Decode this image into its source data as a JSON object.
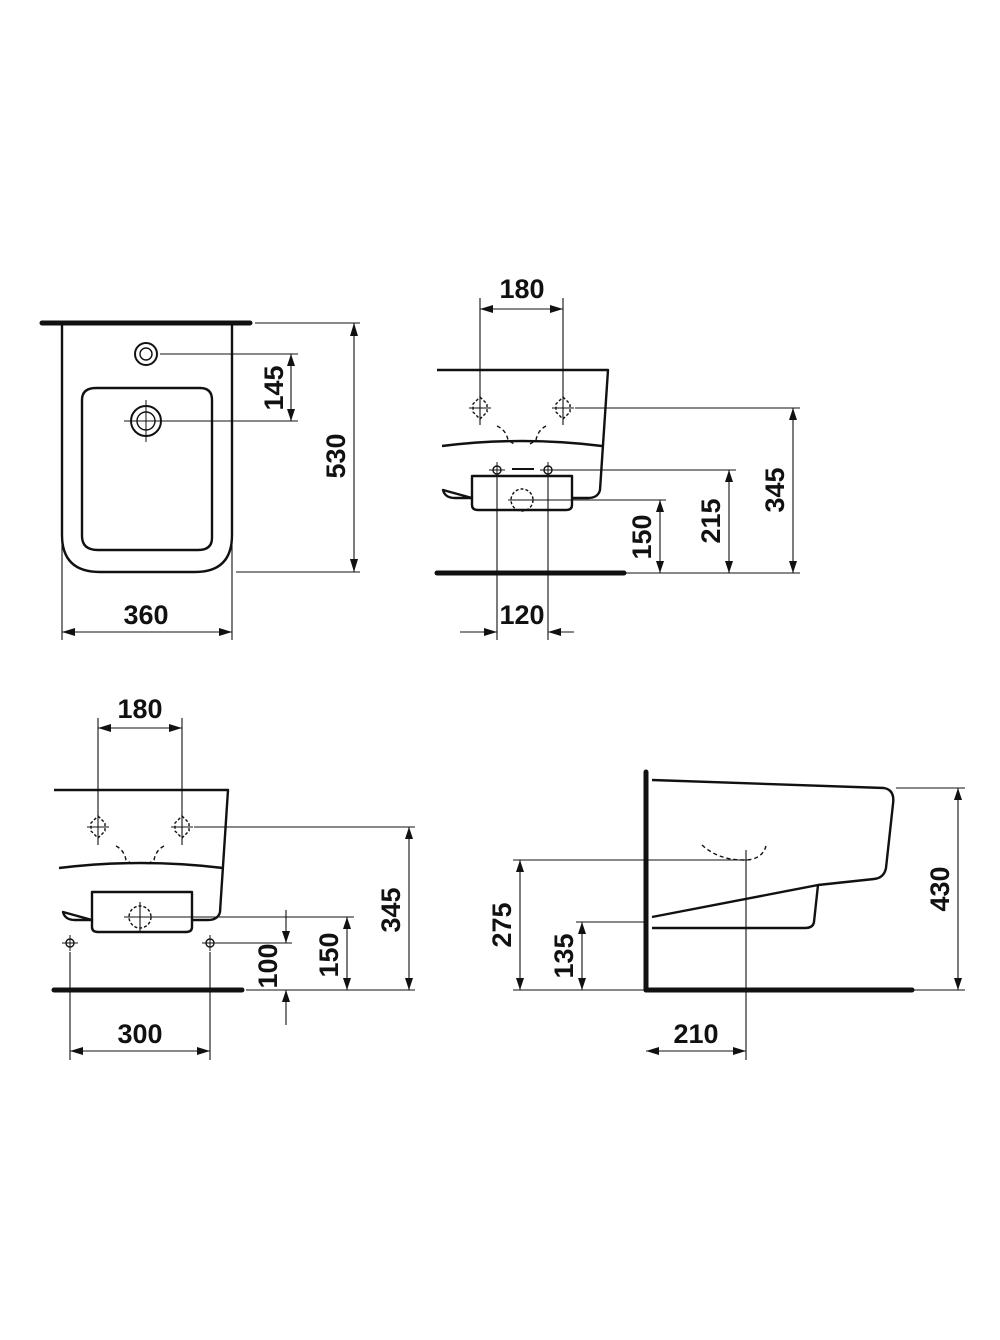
{
  "views": {
    "top_view": {
      "width_label": "360",
      "height_label": "530",
      "tap_to_drain_label": "145"
    },
    "front_view_1": {
      "fixing_spacing_label": "180",
      "outlet_width_label": "120",
      "outlet_height_label": "150",
      "inlet_height_label": "215",
      "fixing_height_label": "345"
    },
    "front_view_2": {
      "fixing_spacing_label": "180",
      "lower_fixing_spacing_label": "300",
      "lower_fixing_height_label": "100",
      "outlet_height_label": "150",
      "fixing_height_label": "345"
    },
    "side_view": {
      "total_height_label": "430",
      "fixing_height_label": "275",
      "outlet_height_label": "135",
      "outlet_distance_label": "210"
    }
  }
}
